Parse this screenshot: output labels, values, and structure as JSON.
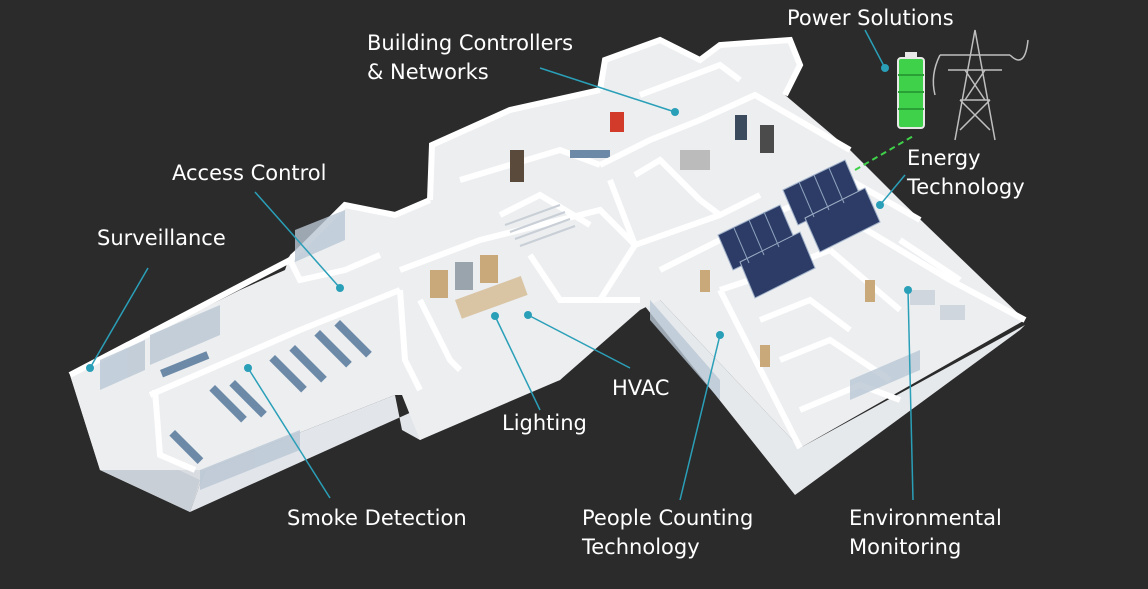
{
  "colors": {
    "background": "#2b2b2b",
    "leader_line": "#2a9fb8",
    "wall": "#f2f2f2",
    "floor": "#e6e9ec",
    "glass": "#b9c7d4",
    "panel": "#2c3c66",
    "battery": "#3fd14a",
    "energy_link": "#3fd14a"
  },
  "labels": {
    "power_solutions": {
      "line1": "Power Solutions"
    },
    "building_controllers": {
      "line1": "Building Controllers",
      "line2": "& Networks"
    },
    "energy_technology": {
      "line1": "Energy",
      "line2": "Technology"
    },
    "access_control": {
      "line1": "Access Control"
    },
    "surveillance": {
      "line1": "Surveillance"
    },
    "hvac": {
      "line1": "HVAC"
    },
    "lighting": {
      "line1": "Lighting"
    },
    "smoke_detection": {
      "line1": "Smoke Detection"
    },
    "people_counting": {
      "line1": "People Counting",
      "line2": "Technology"
    },
    "environmental_monitoring": {
      "line1": "Environmental",
      "line2": "Monitoring"
    }
  },
  "icons": [
    "battery-icon",
    "power-tower-icon",
    "solar-panel-icon"
  ]
}
